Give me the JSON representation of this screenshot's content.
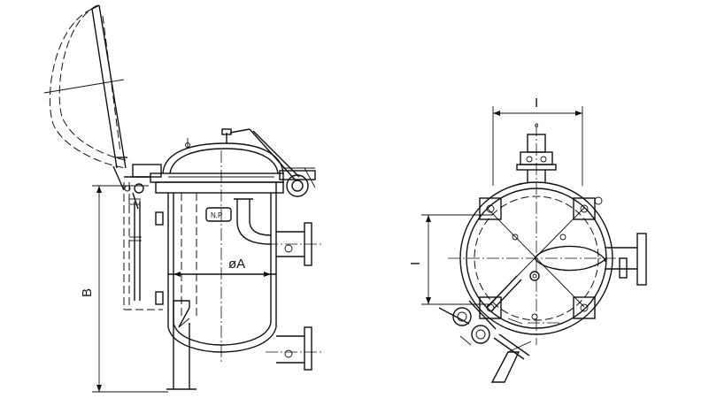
{
  "labels": {
    "nameplate": "N.P",
    "diameter": "øA",
    "height_dim": "B",
    "top_spacing_dim": "I",
    "side_spacing_dim": "I"
  }
}
